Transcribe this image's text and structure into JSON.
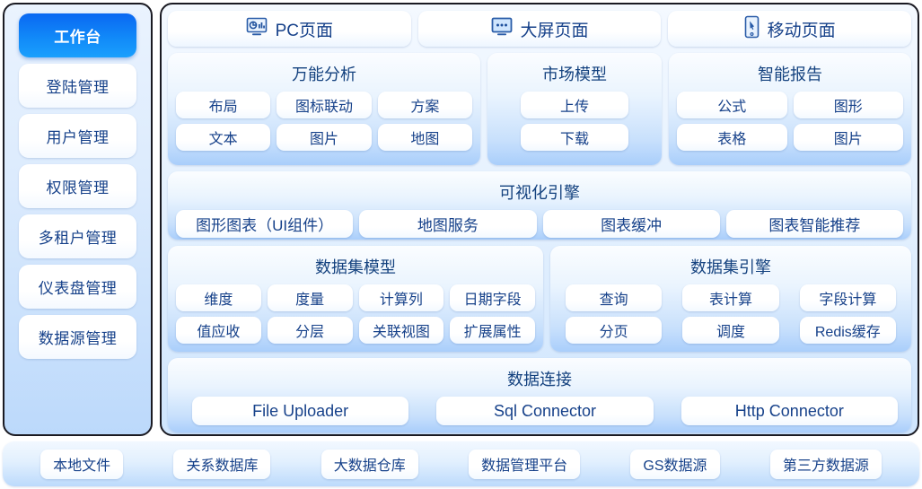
{
  "sidebar": {
    "items": [
      {
        "label": "工作台",
        "active": true
      },
      {
        "label": "登陆管理",
        "active": false
      },
      {
        "label": "用户管理",
        "active": false
      },
      {
        "label": "权限管理",
        "active": false
      },
      {
        "label": "多租户管理",
        "active": false
      },
      {
        "label": "仪表盘管理",
        "active": false
      },
      {
        "label": "数据源管理",
        "active": false
      }
    ]
  },
  "tabs": [
    {
      "label": "PC页面",
      "icon": "monitor-chart-icon"
    },
    {
      "label": "大屏页面",
      "icon": "large-screen-icon"
    },
    {
      "label": "移动页面",
      "icon": "mobile-phone-icon"
    }
  ],
  "panels": {
    "wanneng": {
      "title": "万能分析",
      "rows": [
        [
          "布局",
          "图标联动",
          "方案"
        ],
        [
          "文本",
          "图片",
          "地图"
        ]
      ]
    },
    "market": {
      "title": "市场模型",
      "rows": [
        [
          "上传"
        ],
        [
          "下载"
        ]
      ]
    },
    "report": {
      "title": "智能报告",
      "rows": [
        [
          "公式",
          "图形"
        ],
        [
          "表格",
          "图片"
        ]
      ]
    },
    "viz": {
      "title": "可视化引擎",
      "rows": [
        [
          "图形图表（UI组件）",
          "地图服务",
          "图表缓冲",
          "图表智能推荐"
        ]
      ]
    },
    "dataset_model": {
      "title": "数据集模型",
      "rows": [
        [
          "维度",
          "度量",
          "计算列",
          "日期字段"
        ],
        [
          "值应收",
          "分层",
          "关联视图",
          "扩展属性"
        ]
      ]
    },
    "dataset_engine": {
      "title": "数据集引擎",
      "rows": [
        [
          "查询",
          "表计算",
          "字段计算"
        ],
        [
          "分页",
          "调度",
          "Redis缓存"
        ]
      ]
    },
    "data_connection": {
      "title": "数据连接",
      "rows": [
        [
          "File Uploader",
          "Sql Connector",
          "Http Connector"
        ]
      ]
    }
  },
  "bottom_bar": {
    "items": [
      "本地文件",
      "关系数据库",
      "大数据仓库",
      "数据管理平台",
      "GS数据源",
      "第三方数据源"
    ]
  },
  "colors": {
    "accent": "#0a68f2",
    "accent_light": "#1aa0fd",
    "text": "#16418a",
    "panel_blue": "#a9cefb",
    "frame_border": "#1a1a22"
  }
}
